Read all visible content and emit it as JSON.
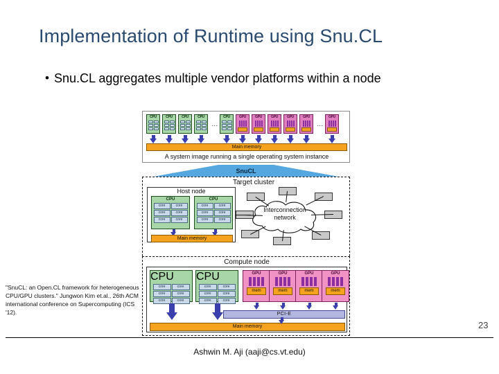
{
  "slide": {
    "title": "Implementation of Runtime using Snu.CL",
    "bullet": "Snu.CL aggregates multiple vendor platforms within a node",
    "bullet_marker": "•",
    "page_number": "23",
    "footer": "Ashwin M. Aji (aaji@cs.vt.edu)",
    "citation": "\"SnuCL: an Open.CL framework for heterogeneous CPU/GPU clusters.\" Jungwon Kim et.al., 26th ACM international conference on Supercomputing (ICS '12)."
  },
  "figure": {
    "system_image": {
      "caption": "A system image running a single operating system instance",
      "main_memory_label": "Main memory",
      "cpu_label": "CPU",
      "gpu_label": "GPU",
      "ellipsis": "...",
      "cpu_count": 5,
      "gpu_count": 6,
      "cpu_group_before_ellipsis": 4,
      "gpu_group_before_ellipsis": 5
    },
    "snucl_banner": {
      "label": "SnuCL",
      "color": "#55a7e0"
    },
    "target_cluster": {
      "label": "Target cluster",
      "host_node": {
        "title": "Host node",
        "cpu_label": "CPU",
        "core_label": "core",
        "cpu_count": 2,
        "cores_per_cpu": 6,
        "main_memory_label": "Main memory"
      },
      "network": {
        "line1": "Interconnection",
        "line2": "network",
        "attached_node_count": 8
      }
    },
    "compute_node": {
      "label": "Compute node",
      "cpu_label": "CPU",
      "core_label": "core",
      "cpu_count": 2,
      "cores_per_cpu": 6,
      "gpu_label": "GPU",
      "gpu_mem_label": "mem",
      "gpu_count": 4,
      "gpu_bars_per_gpu": 4,
      "bus_label": "PCI-E",
      "main_memory_label": "Main memory"
    },
    "colors": {
      "cpu_green": "#a8d6a8",
      "gpu_pink": "#f093c4",
      "gpu_chip_magenta": "#e07fc0",
      "memory_orange": "#f5a31e",
      "bus_lavender": "#b3b6e0",
      "arrow_blue": "#3b3fae",
      "cloud_gray_node": "#c9c9c9",
      "title_blue": "#2b4a6f"
    }
  }
}
